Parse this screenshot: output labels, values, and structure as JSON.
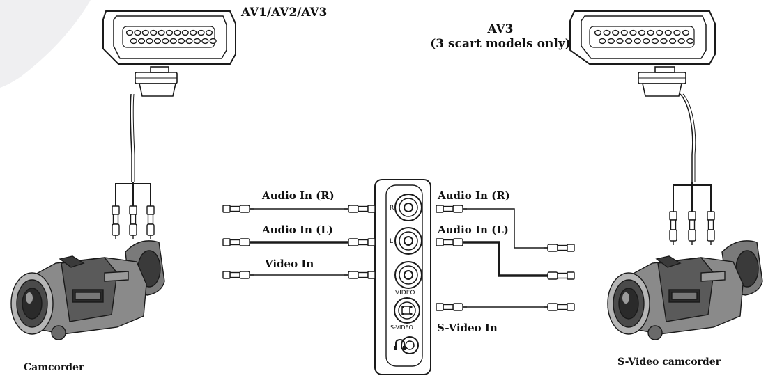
{
  "labels": {
    "scart_left": "AV1/AV2/AV3",
    "scart_right_line1": "AV3",
    "scart_right_line2": "(3 scart models only)",
    "audio_r": "Audio In (R)",
    "audio_l": "Audio In (L)",
    "video_in": "Video In",
    "svideo_in": "S-Video In",
    "camcorder": "Camcorder",
    "svideo_camcorder": "S-Video camcorder"
  },
  "panel_jacks": {
    "r": "R",
    "l": "L",
    "video": "VIDEO",
    "svideo": "S-VIDEO"
  },
  "colors": {
    "line": "#1a1a1a",
    "fill": "#ffffff",
    "camera_dark": "#4a4a4a",
    "camera_mid": "#7a7a7a",
    "camera_light": "#b5b5b5",
    "bg_arc": "#efeff1"
  }
}
